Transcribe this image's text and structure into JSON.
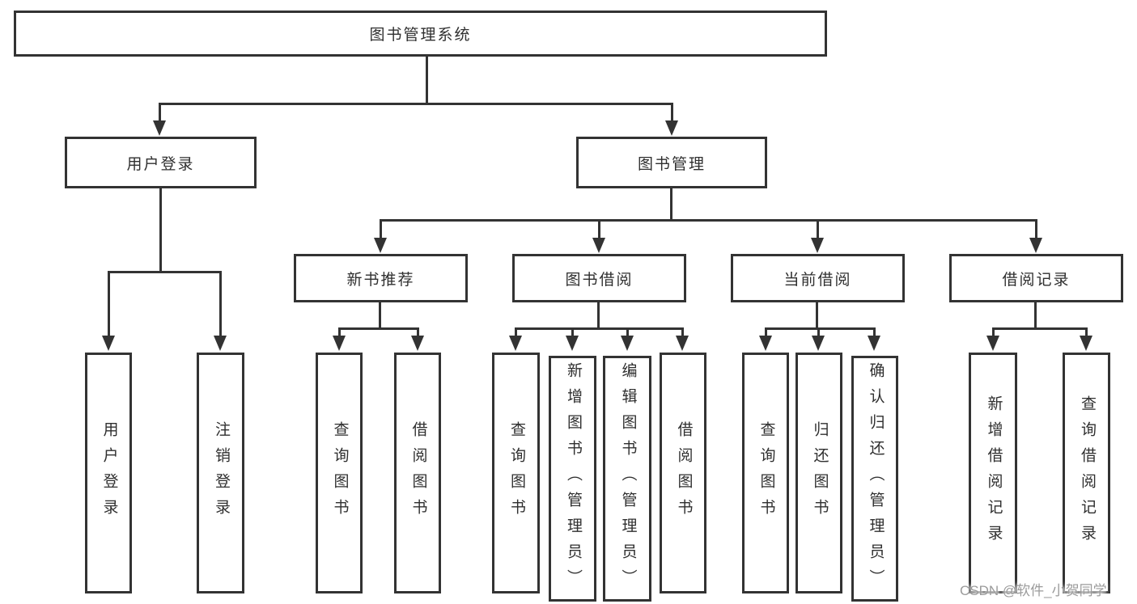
{
  "tree": {
    "label": "图书管理系统",
    "children": [
      {
        "label": "用户登录",
        "children": [
          {
            "label": "用户登录"
          },
          {
            "label": "注销登录"
          }
        ]
      },
      {
        "label": "图书管理",
        "children": [
          {
            "label": "新书推荐",
            "children": [
              {
                "label": "查询图书"
              },
              {
                "label": "借阅图书"
              }
            ]
          },
          {
            "label": "图书借阅",
            "children": [
              {
                "label": "查询图书"
              },
              {
                "label": "新增图书（管理员）"
              },
              {
                "label": "编辑图书（管理员）"
              },
              {
                "label": "借阅图书"
              }
            ]
          },
          {
            "label": "当前借阅",
            "children": [
              {
                "label": "查询图书"
              },
              {
                "label": "归还图书"
              },
              {
                "label": "确认归还（管理员）"
              }
            ]
          },
          {
            "label": "借阅记录",
            "children": [
              {
                "label": "新增借阅记录"
              },
              {
                "label": "查询借阅记录"
              }
            ]
          }
        ]
      }
    ]
  },
  "watermark": "CSDN @软件_小贺同学",
  "colors": {
    "line": "#333333",
    "text": "#2f2f2f",
    "watermark": "#9b9b9b",
    "background": "#ffffff"
  }
}
